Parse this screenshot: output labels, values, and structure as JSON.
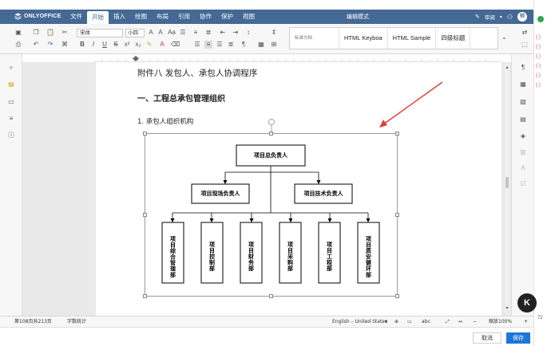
{
  "app": {
    "brand": "ONLYOFFICE",
    "mode": "编辑模式",
    "review": "审阅",
    "avatar_initial": "帅"
  },
  "menu": [
    "文件",
    "开始",
    "插入",
    "绘图",
    "布局",
    "引用",
    "协作",
    "保护",
    "视图"
  ],
  "menu_active": "开始",
  "toolbar": {
    "font": "宋体",
    "size": "小四",
    "styles": [
      "标准文档",
      "HTML Keyboa",
      "HTML Sample",
      "四级标题"
    ]
  },
  "document": {
    "line1": "附件八  发包人、承包人协调程序",
    "line2": "一、工程总承包管理组织",
    "line3": "1. 承包人组织机构"
  },
  "org_chart": {
    "root": "项目总负责人",
    "level2": [
      "项目现场负责人",
      "项目技术负责人"
    ],
    "departments": [
      "项目综合管理部",
      "项目控制部",
      "项目财务部",
      "项目采购部",
      "项目工程部",
      "项目质安健环部"
    ]
  },
  "status": {
    "page": "第108页共213页",
    "word_count": "字数统计",
    "language": "English – United States",
    "zoom": "缩放100%"
  },
  "footer": {
    "cancel": "取消",
    "save": "保存"
  },
  "outer_right_value": "72",
  "colors": {
    "titlebar": "#446995",
    "save": "#1f76d9",
    "arrow": "#e53935"
  }
}
